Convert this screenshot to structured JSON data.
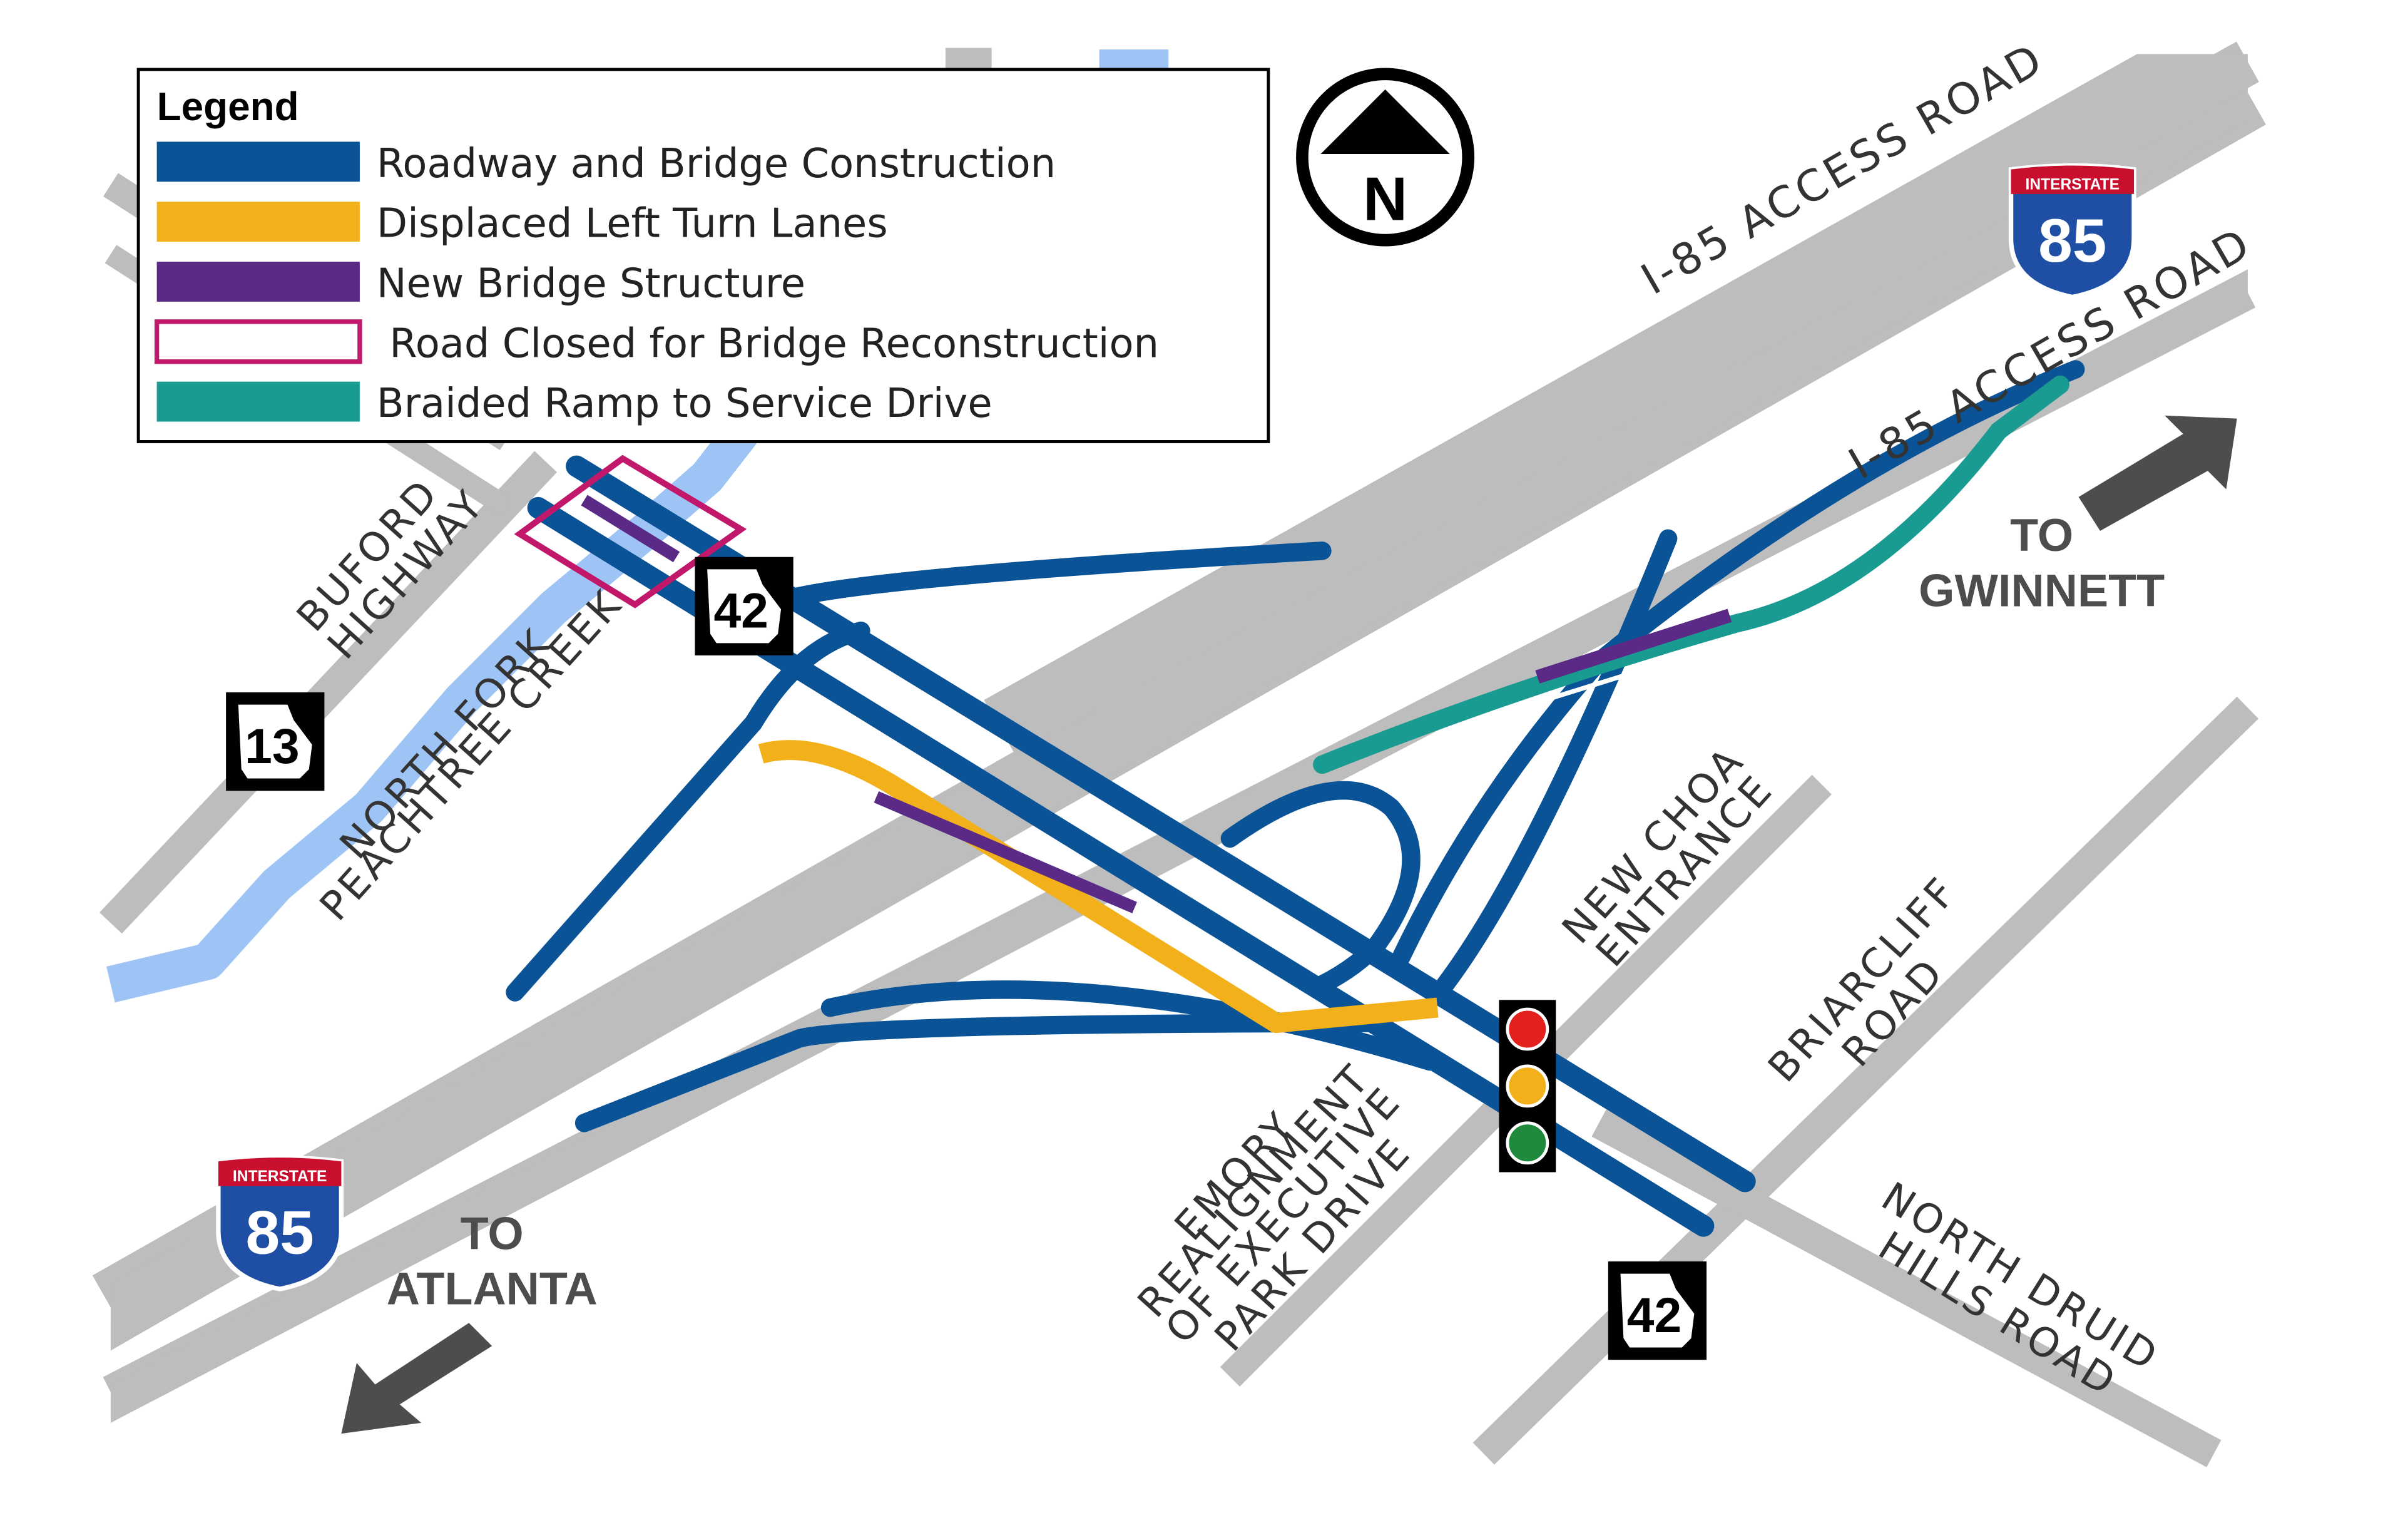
{
  "colors": {
    "gray_road": "#bdbdbd",
    "creek": "#9ec3f5",
    "construction": "#0a5396",
    "turn_lanes": "#f2b11a",
    "new_bridge": "#5a2a86",
    "closed": "#c2186b",
    "braided": "#1a9b92",
    "arrow": "#4d4d4d"
  },
  "legend": {
    "title": "Legend",
    "items": [
      {
        "label": "Roadway and Bridge Construction",
        "color": "#0a5396",
        "style": "fill"
      },
      {
        "label": "Displaced Left Turn Lanes",
        "color": "#f2b11a",
        "style": "fill"
      },
      {
        "label": "New Bridge Structure",
        "color": "#5a2a86",
        "style": "fill"
      },
      {
        "label": " Road Closed for Bridge Reconstruction",
        "color": "#c2186b",
        "style": "outline"
      },
      {
        "label": "Braided Ramp to Service Drive",
        "color": "#1a9b92",
        "style": "fill"
      }
    ]
  },
  "north": {
    "letter": "N"
  },
  "roads": {
    "access_upper": "I-85 ACCESS ROAD",
    "access_lower": "I-85 ACCESS ROAD",
    "buford_1": "BUFORD",
    "buford_2": "HIGHWAY",
    "creek_1": "NORTH FORK",
    "creek_2": "PEACHTREE CREEK",
    "choa_1": "NEW CHOA",
    "choa_2": "ENTRANCE",
    "briar_1": "BRIARCLIFF",
    "briar_2": "ROAD",
    "druid_1": "NORTH DRUID",
    "druid_2": "HILLS ROAD",
    "emory_1": "EMORY",
    "emory_2": "REALIGNMENT",
    "emory_3": "OF EXECUTIVE",
    "emory_4": "PARK DRIVE"
  },
  "shields": {
    "interstate_banner": "INTERSTATE",
    "interstate_number": "85",
    "ga42": "42",
    "ga13": "13"
  },
  "directions": {
    "gwinnett_1": "TO",
    "gwinnett_2": "GWINNETT",
    "atlanta_1": "TO",
    "atlanta_2": "ATLANTA"
  },
  "signal": {
    "lights": [
      "#e3201b",
      "#f2b11a",
      "#1f8a3c"
    ]
  }
}
